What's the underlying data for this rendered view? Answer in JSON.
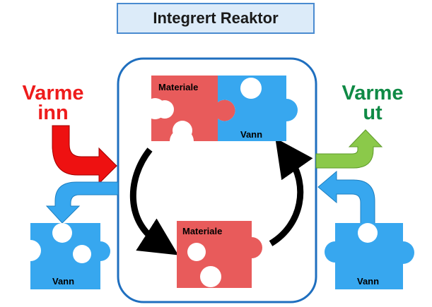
{
  "title": "Integrert Reaktor",
  "heat_in": {
    "line1": "Varme",
    "line2": "inn",
    "color": "#ee1c1c"
  },
  "heat_out": {
    "line1": "Varme",
    "line2": "ut",
    "color": "#0f8a45"
  },
  "pieces": {
    "material_top": "Materiale",
    "water_top": "Vann",
    "material_bottom": "Materiale",
    "water_left": "Vann",
    "water_right": "Vann"
  },
  "colors": {
    "material": "#e85b5b",
    "water": "#37a7ef",
    "heat_in_arrow": "#ee1111",
    "heat_out_arrow": "#8bc94a",
    "water_arrow": "#37a7ef",
    "reactor_border": "#1f6fbf",
    "cycle_arrow": "#000000"
  }
}
